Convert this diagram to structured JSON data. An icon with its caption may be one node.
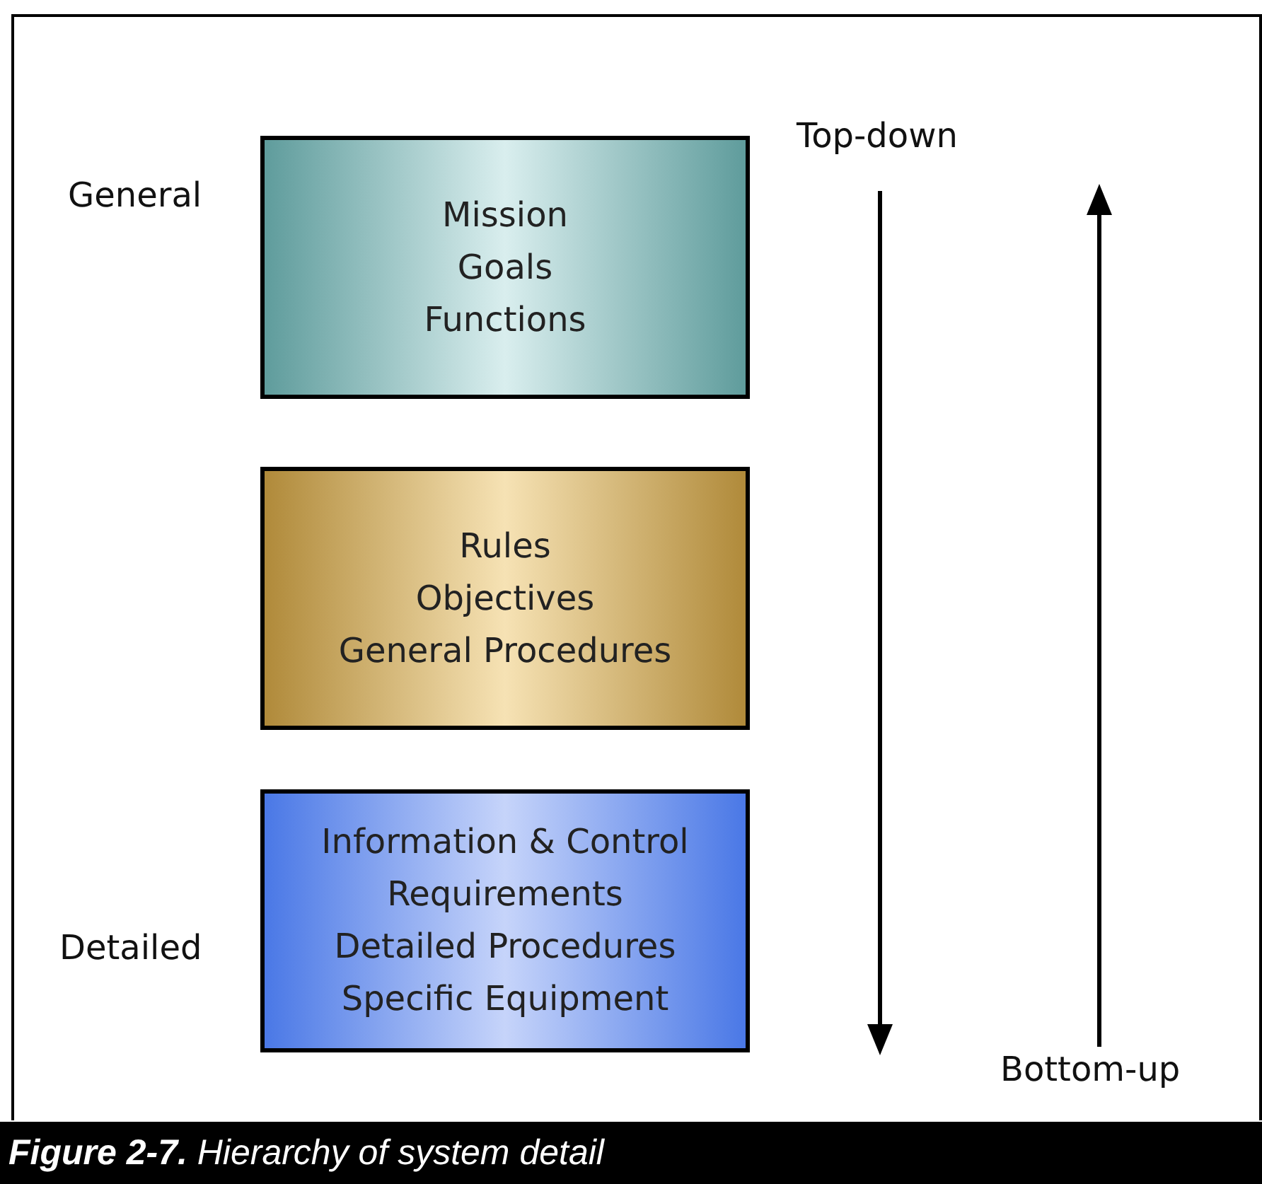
{
  "diagram": {
    "caption": "**Figure 2-7.** Hierarchy of system detail",
    "nodes": [
      {
        "text": [
          "Mission",
          "Goals",
          "Functions"
        ]
      },
      {
        "text": [
          "Rules",
          "Objectives",
          "General Procedures"
        ]
      },
      {
        "text": [
          "Information & Control Requirements",
          "Detailed Procedures",
          "Specific Equipment"
        ]
      }
    ],
    "labels": [
      "Top-down",
      "General",
      "Detailed",
      "Bottom-up"
    ]
  }
}
